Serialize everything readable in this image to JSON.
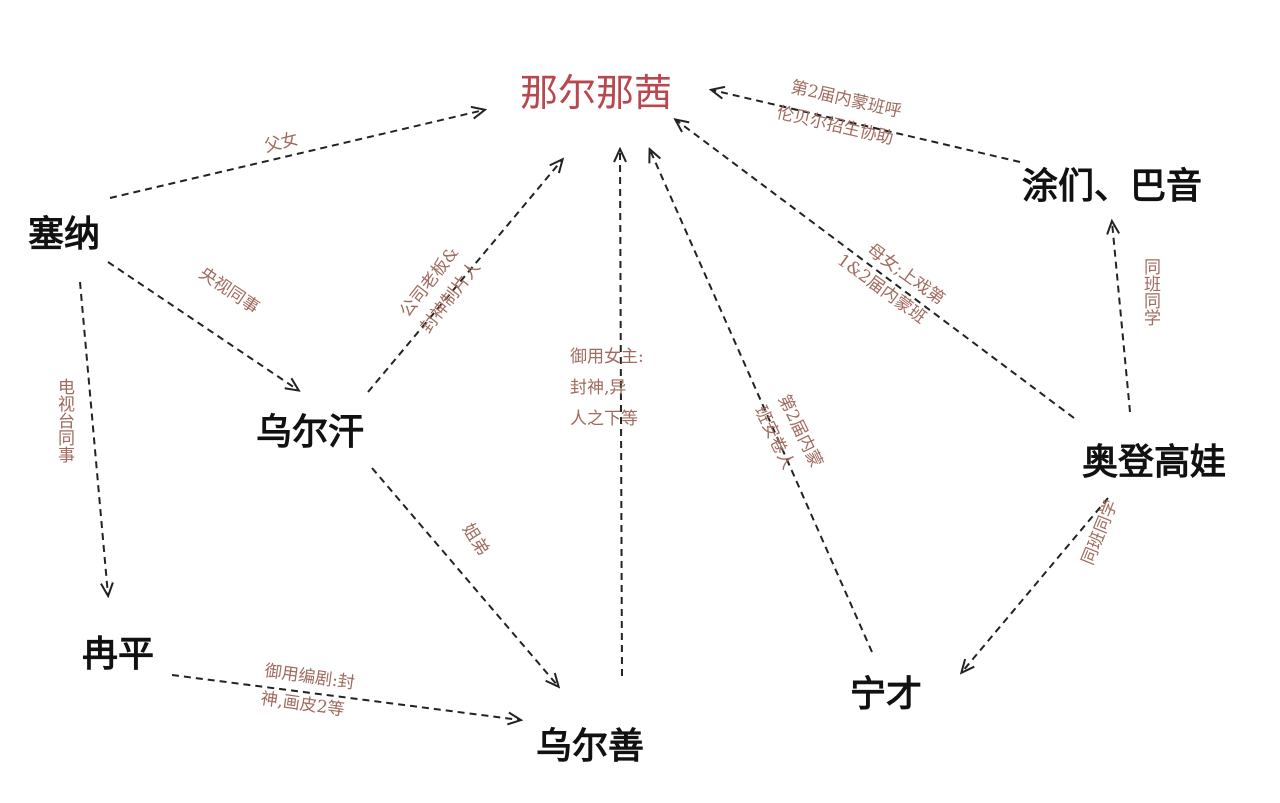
{
  "colors": {
    "center_node": "#b8484e",
    "node": "#111111",
    "edge_label": "#a06a5e",
    "edge": "#222222"
  },
  "nodes": {
    "naernaxi": "那尔那茜",
    "saina": "塞纳",
    "tumen_bayin": "涂们、巴音",
    "wuerhan": "乌尔汗",
    "aodeng_gaowa": "奥登高娃",
    "ranping": "冉平",
    "wuershan": "乌尔善",
    "ningcai": "宁才"
  },
  "edge_labels": {
    "saina_naernaxi": "父女",
    "saina_wuerhan": "央视同事",
    "saina_ranping": "电视台同事",
    "wuerhan_naernaxi": [
      "公司老板&",
      "封神制片人"
    ],
    "wuershan_naernaxi": [
      "御用女主:",
      "封神,异",
      "人之下等"
    ],
    "wuerhan_wuershan": "姐弟",
    "ranping_wuershan": [
      "御用编剧:封",
      "神,画皮2等"
    ],
    "ningcai_naernaxi": [
      "第2届内蒙",
      "班安卷人"
    ],
    "aodeng_naernaxi": [
      "母女;上戏第",
      "1&2届内蒙班"
    ],
    "tumen_naernaxi": [
      "第2届内蒙班呼",
      "伦贝尔招生协助"
    ],
    "aodeng_tumen": "同班同学",
    "aodeng_ningcai": "同班同学"
  }
}
